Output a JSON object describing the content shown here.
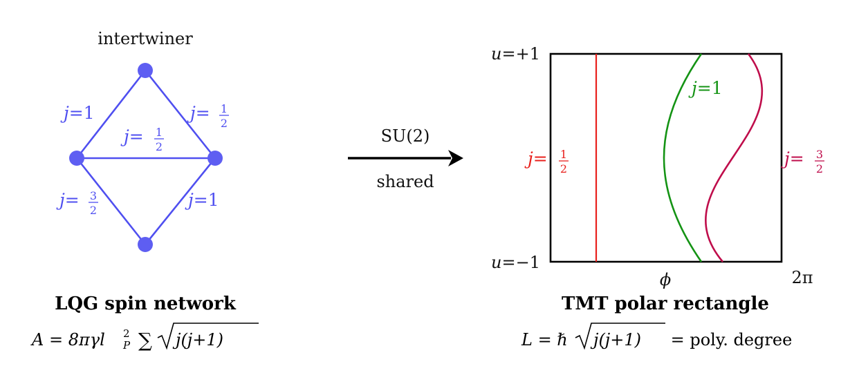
{
  "colors": {
    "network": "#4f4ff0",
    "network_node": "#5e5ef2",
    "red": "#e8201c",
    "green": "#149314",
    "crimson": "#bf0d4b",
    "ink": "#000000"
  },
  "left": {
    "top_label": "intertwiner",
    "title": "LQG spin network",
    "formula": {
      "prefix": "A = 8πγl",
      "sup": "2",
      "sub": "P",
      "sum": "∑",
      "radicand": "j(j+1)"
    },
    "edges": [
      {
        "id": "top-left",
        "j": "1",
        "frac": false
      },
      {
        "id": "top-right",
        "j": "1/2",
        "frac": true,
        "num": "1",
        "den": "2"
      },
      {
        "id": "middle",
        "j": "1/2",
        "frac": true,
        "num": "1",
        "den": "2"
      },
      {
        "id": "bottom-left",
        "j": "3/2",
        "frac": true,
        "num": "3",
        "den": "2"
      },
      {
        "id": "bottom-right",
        "j": "1",
        "frac": false
      }
    ]
  },
  "arrow": {
    "top_label": "SU(2)",
    "bottom_label": "shared"
  },
  "right": {
    "u_top": "u=+1",
    "u_bottom": "u=−1",
    "phi_label": "ϕ",
    "two_pi": "2π",
    "title": "TMT polar rectangle",
    "formula": {
      "prefix": "L = ℏ",
      "radicand": "j(j+1)",
      "suffix": " = poly. degree"
    },
    "curves": [
      {
        "id": "j-half",
        "j": "1/2",
        "num": "1",
        "den": "2",
        "color": "red"
      },
      {
        "id": "j-one",
        "j": "1",
        "color": "green"
      },
      {
        "id": "j-three-halves",
        "j": "3/2",
        "num": "3",
        "den": "2",
        "color": "crimson"
      }
    ]
  }
}
